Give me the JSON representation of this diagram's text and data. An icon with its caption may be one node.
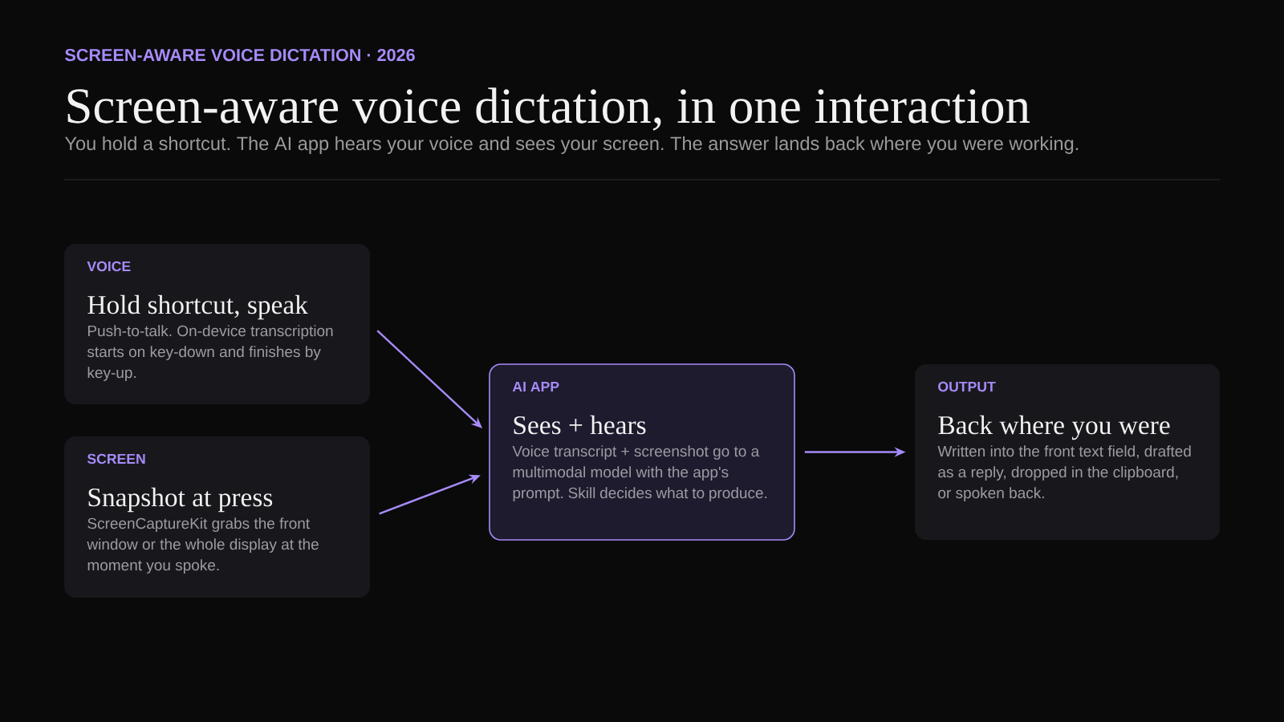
{
  "diagram": {
    "title": "Screen-aware voice dictation, in one interaction",
    "nodes": [
      {
        "text": [
          "VOICE",
          "Hold shortcut, speak",
          "Push-to-talk. On-device transcription starts on key-down and finishes by key-up."
        ]
      },
      {
        "text": [
          "SCREEN",
          "Snapshot at press",
          "ScreenCaptureKit grabs the front window or the whole display at the moment you spoke."
        ]
      },
      {
        "text": [
          "AI APP",
          "Sees + hears",
          "Voice transcript + screenshot go to a multimodal model with the app's prompt. Skill decides what to produce."
        ]
      },
      {
        "text": [
          "OUTPUT",
          "Back where you were",
          "Written into the front text field, drafted as a reply, dropped in the clipboard, or spoken back."
        ]
      }
    ],
    "edges": [
      {
        "from": 0,
        "to": 2,
        "arrow": "to"
      },
      {
        "from": 1,
        "to": 2,
        "arrow": "to"
      },
      {
        "from": 2,
        "to": 3,
        "arrow": "to"
      }
    ],
    "labels": [
      "SCREEN-AWARE VOICE DICTATION · 2026",
      "You hold a shortcut. The AI app hears your voice and sees your screen. The answer lands back where you were working."
    ]
  }
}
